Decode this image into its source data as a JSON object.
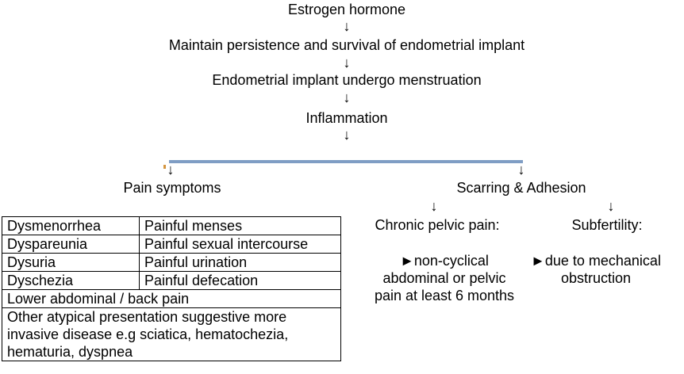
{
  "diagram": {
    "arrow_glyph": "↓",
    "line_color": "#7F9DC4",
    "flow_steps": [
      "Estrogen hormone",
      "Maintain persistence and survival of endometrial implant",
      "Endometrial implant undergo menstruation",
      "Inflammation"
    ],
    "branches": {
      "left": {
        "label": "Pain symptoms",
        "table": {
          "term_rows": [
            {
              "term": "Dysmenorrhea",
              "meaning": "Painful menses"
            },
            {
              "term": "Dyspareunia",
              "meaning": "Painful sexual intercourse"
            },
            {
              "term": "Dysuria",
              "meaning": "Painful urination"
            },
            {
              "term": "Dyschezia",
              "meaning": "Painful defecation"
            }
          ],
          "span_rows": [
            "Lower abdominal / back pain",
            "Other atypical presentation suggestive more\ninvasive disease e.g sciatica, hematochezia,\nhematuria, dyspnea"
          ]
        }
      },
      "right": {
        "label": "Scarring & Adhesion",
        "outcomes": [
          {
            "heading": "Chronic pelvic pain:",
            "detail": "►non-cyclical\nabdominal or pelvic\npain at least 6 months"
          },
          {
            "heading": "Subfertility:",
            "detail": "►due to mechanical\nobstruction"
          }
        ]
      }
    }
  }
}
